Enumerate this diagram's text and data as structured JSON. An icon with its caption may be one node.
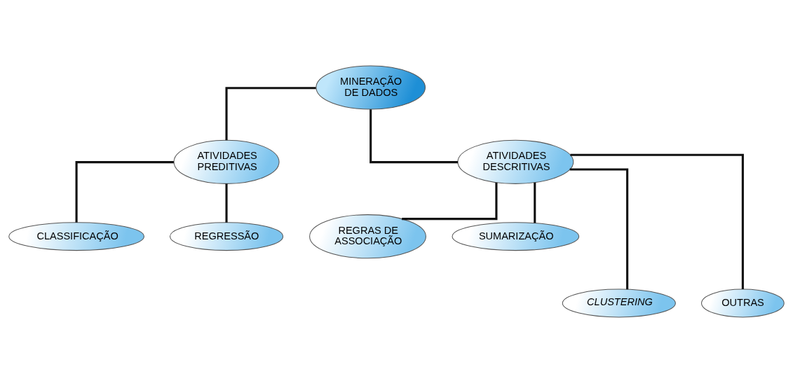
{
  "diagram": {
    "nodes": [
      {
        "text": [
          "MINERAÇÃO DE DADOS"
        ]
      },
      {
        "text": [
          "ATIVIDADES PREDITIVAS"
        ]
      },
      {
        "text": [
          "ATIVIDADES DESCRITIVAS"
        ]
      },
      {
        "text": [
          "CLASSIFICAÇÃO"
        ]
      },
      {
        "text": [
          "REGRESSÃO"
        ]
      },
      {
        "text": [
          "REGRAS DE ASSOCIAÇÃO"
        ]
      },
      {
        "text": [
          "SUMARIZAÇÃO"
        ]
      },
      {
        "text": [
          "CLUSTERING"
        ]
      },
      {
        "text": [
          "OUTRAS"
        ]
      }
    ],
    "edges": [
      {
        "from": 0,
        "to": 1,
        "arrow": "none"
      },
      {
        "from": 0,
        "to": 2,
        "arrow": "none"
      },
      {
        "from": 1,
        "to": 3,
        "arrow": "none"
      },
      {
        "from": 1,
        "to": 4,
        "arrow": "none"
      },
      {
        "from": 2,
        "to": 5,
        "arrow": "none"
      },
      {
        "from": 2,
        "to": 6,
        "arrow": "none"
      },
      {
        "from": 2,
        "to": 7,
        "arrow": "none"
      },
      {
        "from": 2,
        "to": 8,
        "arrow": "none"
      }
    ]
  }
}
